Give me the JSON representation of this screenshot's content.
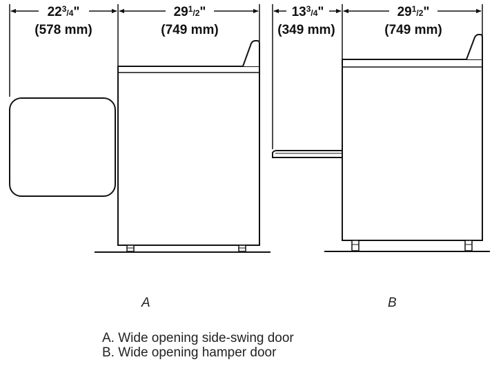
{
  "dimensions": {
    "a_door": {
      "whole": "22",
      "num": "3",
      "den": "4",
      "unit": "\"",
      "metric": "(578 mm)"
    },
    "a_depth": {
      "whole": "29",
      "num": "1",
      "den": "2",
      "unit": "\"",
      "metric": "(749 mm)"
    },
    "b_door": {
      "whole": "13",
      "num": "3",
      "den": "4",
      "unit": "\"",
      "metric": "(349 mm)"
    },
    "b_depth": {
      "whole": "29",
      "num": "1",
      "den": "2",
      "unit": "\"",
      "metric": "(749 mm)"
    }
  },
  "figure_labels": {
    "a": "A",
    "b": "B"
  },
  "caption": {
    "line_a": "A. Wide opening side-swing door",
    "line_b": "B. Wide opening hamper door"
  },
  "colors": {
    "stroke": "#111111",
    "background": "#ffffff"
  }
}
